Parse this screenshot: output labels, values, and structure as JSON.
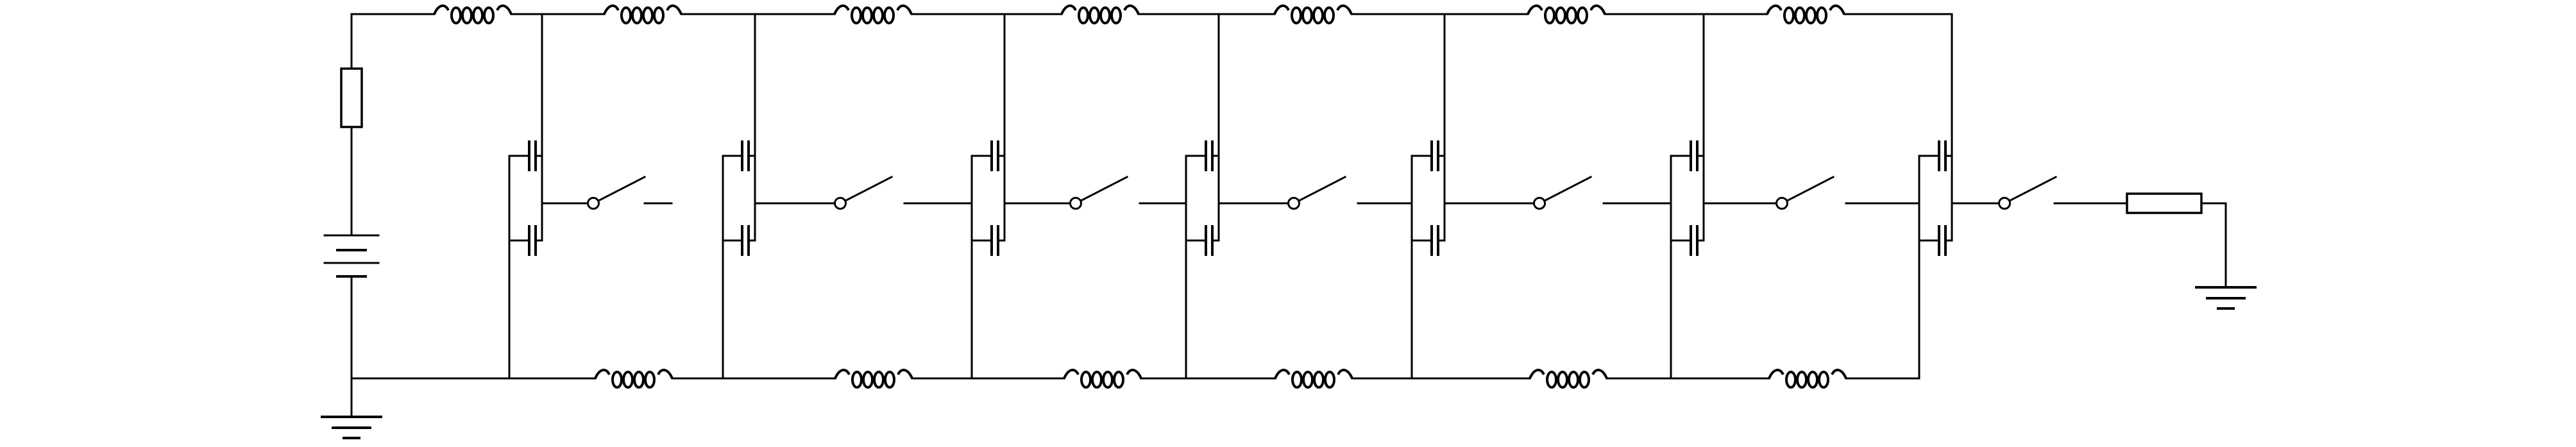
{
  "title": "",
  "diagram": {
    "type": "circuit-schematic",
    "stage_count": 7,
    "components": {
      "top_inductors": 7,
      "bottom_inductors": 6,
      "capacitors": 14,
      "switches": 7,
      "resistors": 2,
      "battery_cells": 2,
      "grounds": 2
    },
    "symbols": {
      "inductor": "inductor-icon",
      "capacitor": "capacitor-icon",
      "switch": "switch-icon",
      "resistor": "resistor-icon",
      "battery": "battery-icon",
      "ground": "ground-icon"
    },
    "colors": {
      "line": "#000000",
      "background": "#ffffff"
    }
  }
}
